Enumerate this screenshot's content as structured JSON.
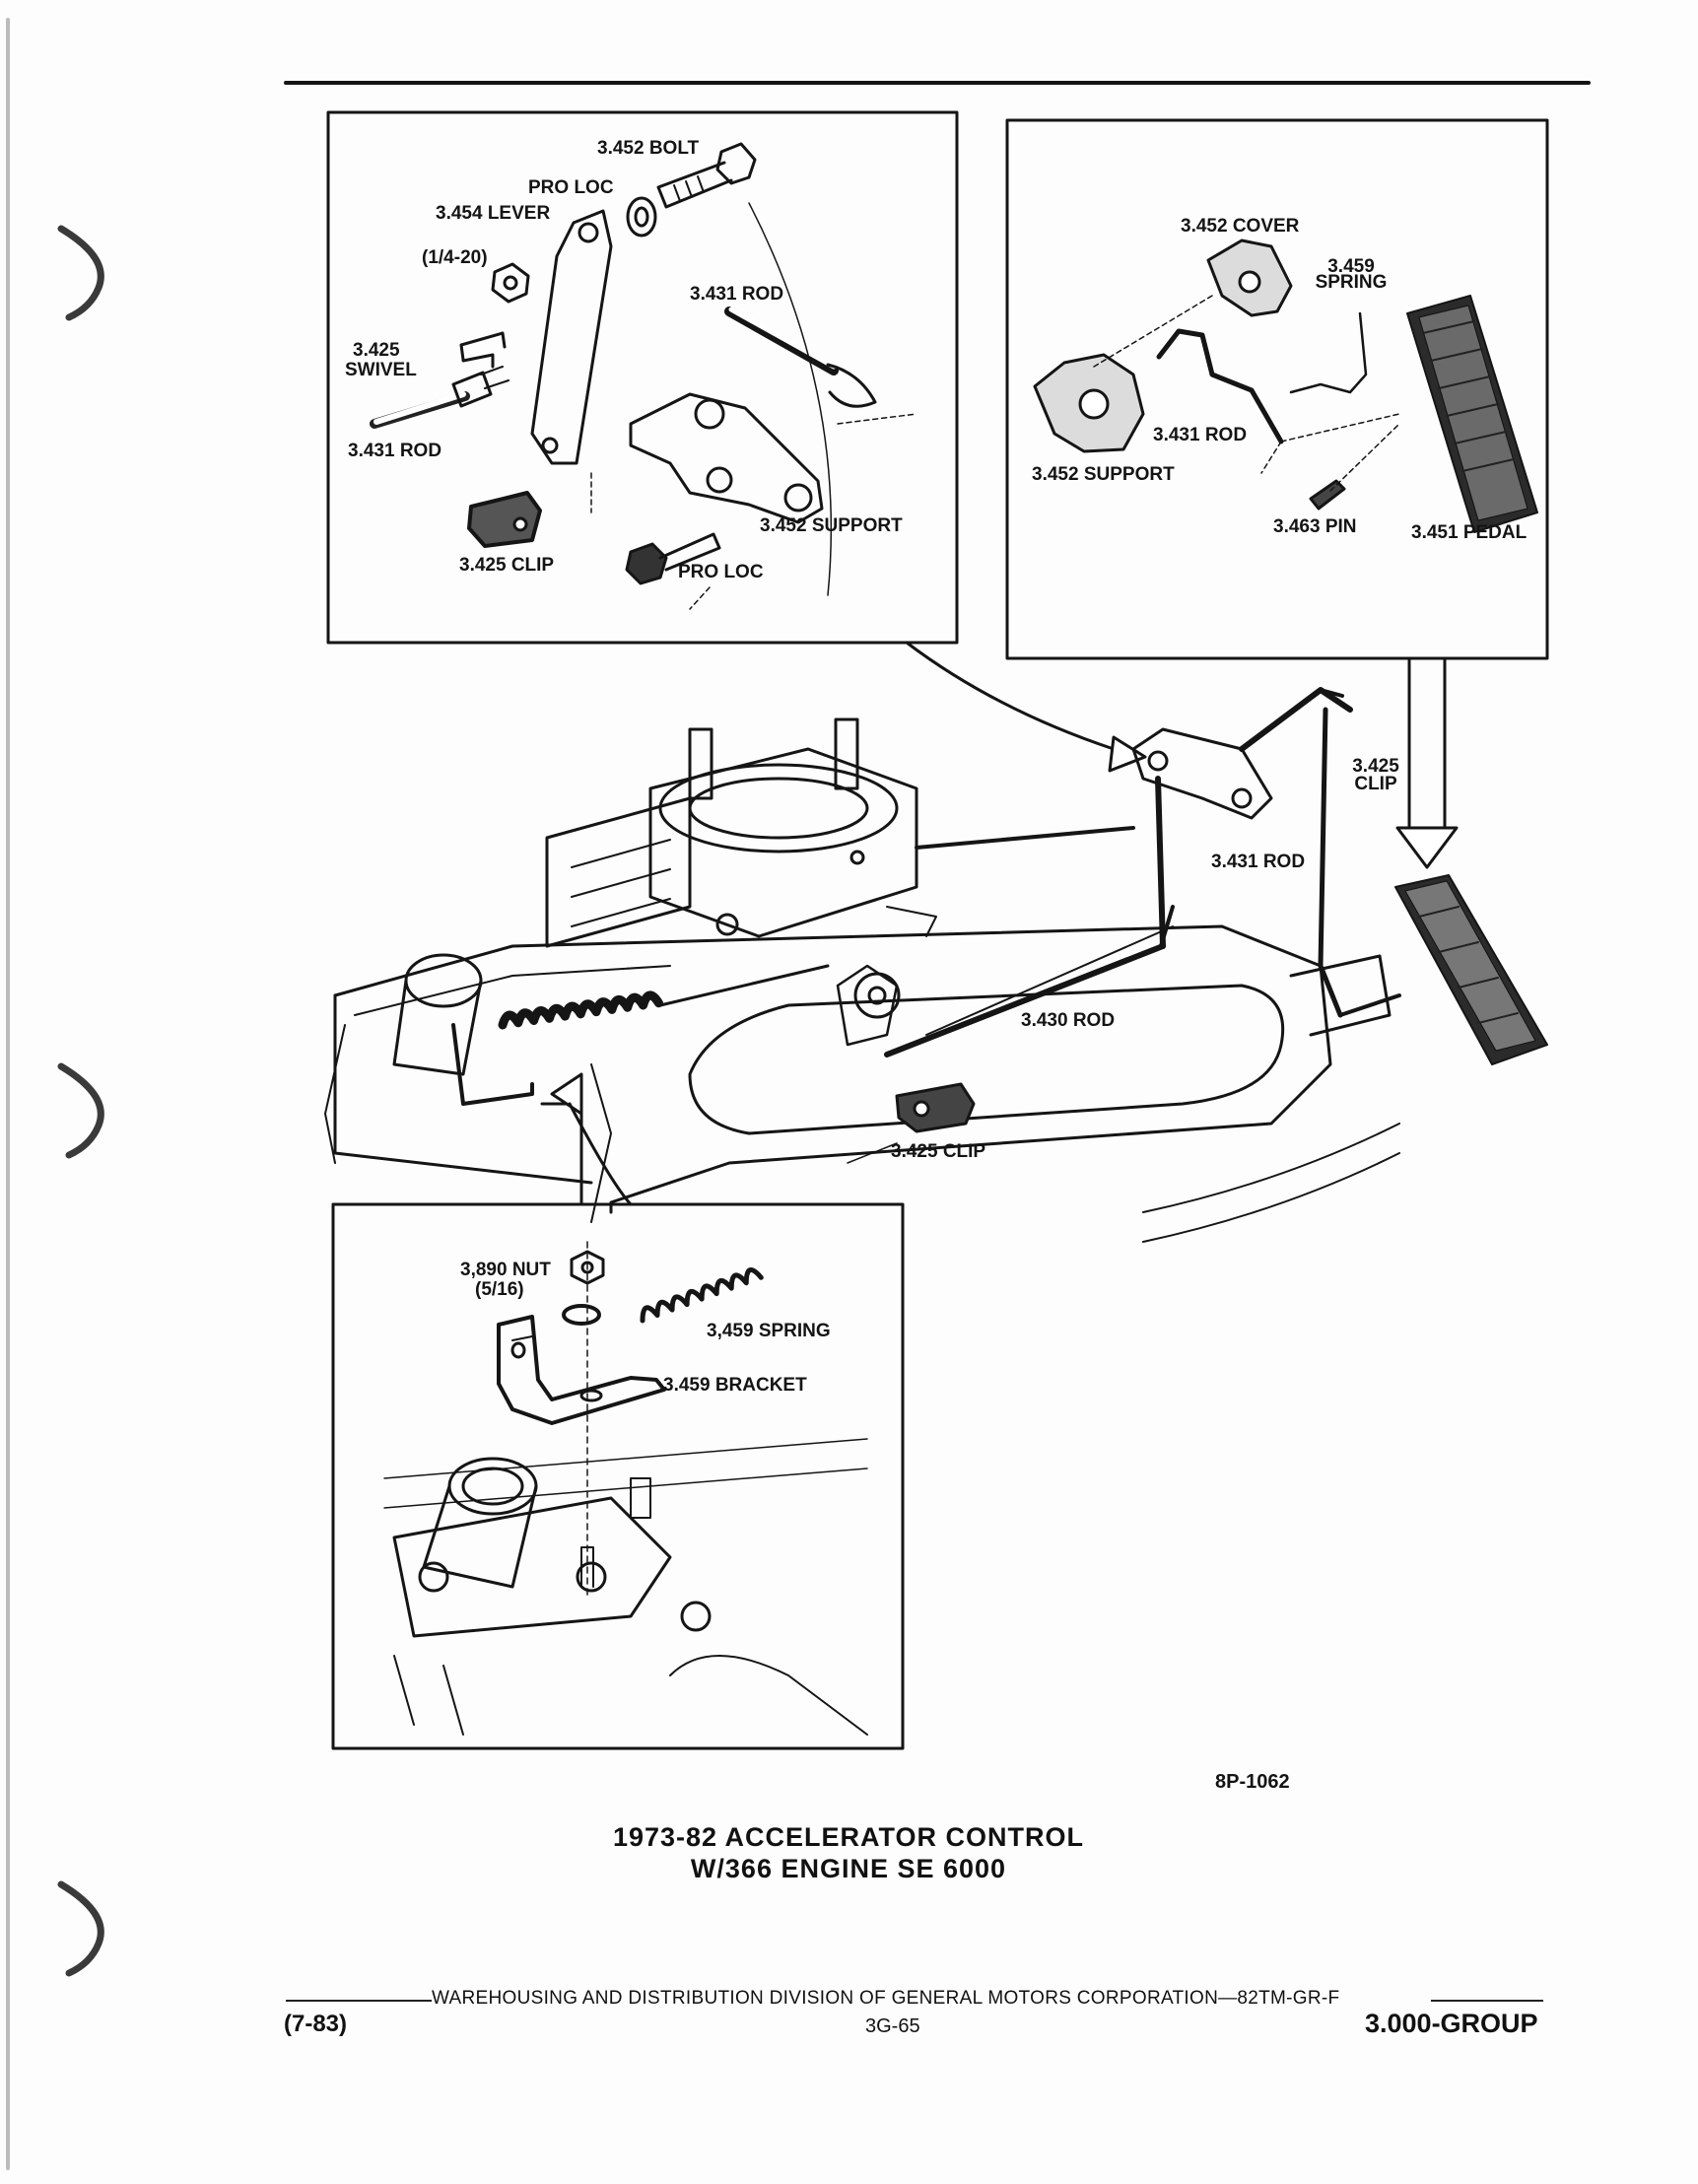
{
  "diagram_labels": {
    "inset_lever": {
      "bolt": "3.452 BOLT",
      "pro_loc_top": "PRO LOC",
      "lever": "3.454 LEVER",
      "nut_size": "(1/4-20)",
      "rod_right": "3.431 ROD",
      "swivel_num": "3.425",
      "swivel": "SWIVEL",
      "rod_left": "3.431 ROD",
      "support": "3.452 SUPPORT",
      "clip": "3.425 CLIP",
      "pro_loc_bottom": "PRO LOC"
    },
    "inset_pedal": {
      "cover": "3.452 COVER",
      "spring_num": "3.459",
      "spring": "SPRING",
      "rod": "3.431 ROD",
      "support": "3.452 SUPPORT",
      "pin": "3.463 PIN",
      "pedal": "3.451 PEDAL"
    },
    "main": {
      "clip_top_num": "3.425",
      "clip_top": "CLIP",
      "rod_431": "3.431 ROD",
      "rod_430": "3.430 ROD",
      "clip_bottom": "3.425 CLIP"
    },
    "inset_bracket": {
      "nut": "3,890 NUT",
      "nut_size": "(5/16)",
      "spring": "3,459 SPRING",
      "bracket": "3.459 BRACKET"
    }
  },
  "figure_code": "8P-1062",
  "title": {
    "line1": "1973-82 ACCELERATOR CONTROL",
    "line2": "W/366 ENGINE SE 6000"
  },
  "footer": {
    "division": "WAREHOUSING AND DISTRIBUTION  DIVISION OF GENERAL MOTORS CORPORATION—82TM-GR-F",
    "date": "(7-83)",
    "page": "3G-65",
    "group": "3.000-GROUP"
  },
  "colors": {
    "ink": "#141414",
    "paper": "#fdfdfd"
  }
}
